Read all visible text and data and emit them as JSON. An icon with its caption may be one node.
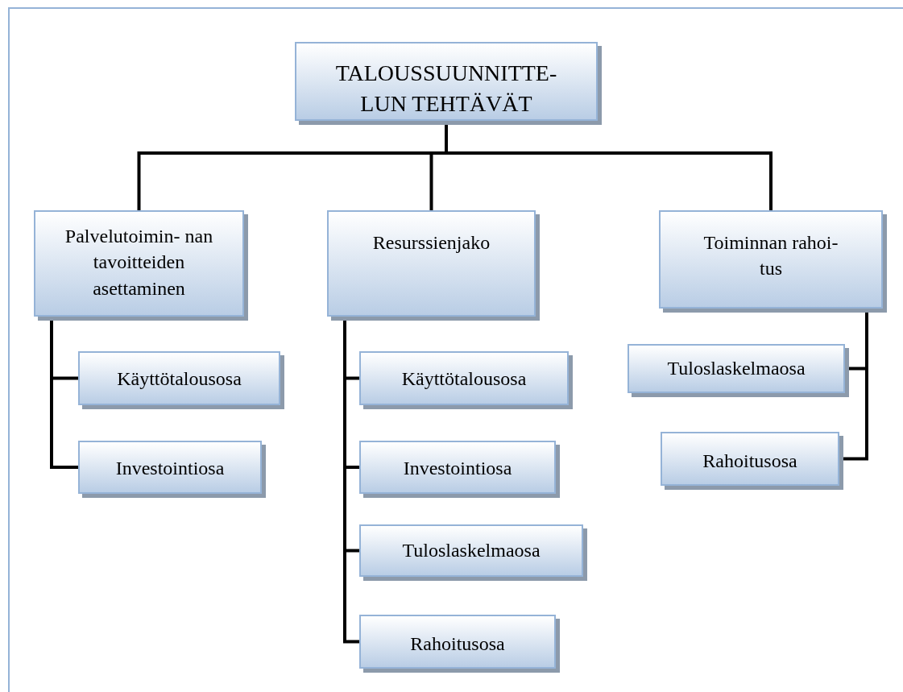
{
  "diagram": {
    "nodes": [
      {
        "text": [
          "TALOUSSUUNNITTE- LUN TEHTÄVÄT"
        ]
      },
      {
        "text": [
          "Palvelutoimin- nan tavoitteiden asettaminen"
        ]
      },
      {
        "text": [
          "Resurssienjako"
        ]
      },
      {
        "text": [
          "Toiminnan rahoi- tus"
        ]
      },
      {
        "text": [
          "Käyttötalousosa"
        ]
      },
      {
        "text": [
          "Investointiosa"
        ]
      },
      {
        "text": [
          "Käyttötalousosa"
        ]
      },
      {
        "text": [
          "Investointiosa"
        ]
      },
      {
        "text": [
          "Tuloslaskelmaosa"
        ]
      },
      {
        "text": [
          "Rahoitusosa"
        ]
      },
      {
        "text": [
          "Tuloslaskelmaosa"
        ]
      },
      {
        "text": [
          "Rahoitusosa"
        ]
      }
    ],
    "edges": [
      {
        "from": 0,
        "to": 1,
        "arrow": "none"
      },
      {
        "from": 0,
        "to": 2,
        "arrow": "none"
      },
      {
        "from": 0,
        "to": 3,
        "arrow": "none"
      },
      {
        "from": 1,
        "to": 4,
        "arrow": "none"
      },
      {
        "from": 1,
        "to": 5,
        "arrow": "none"
      },
      {
        "from": 2,
        "to": 6,
        "arrow": "none"
      },
      {
        "from": 2,
        "to": 7,
        "arrow": "none"
      },
      {
        "from": 2,
        "to": 8,
        "arrow": "none"
      },
      {
        "from": 2,
        "to": 9,
        "arrow": "none"
      },
      {
        "from": 3,
        "to": 10,
        "arrow": "none"
      },
      {
        "from": 3,
        "to": 11,
        "arrow": "none"
      }
    ]
  }
}
